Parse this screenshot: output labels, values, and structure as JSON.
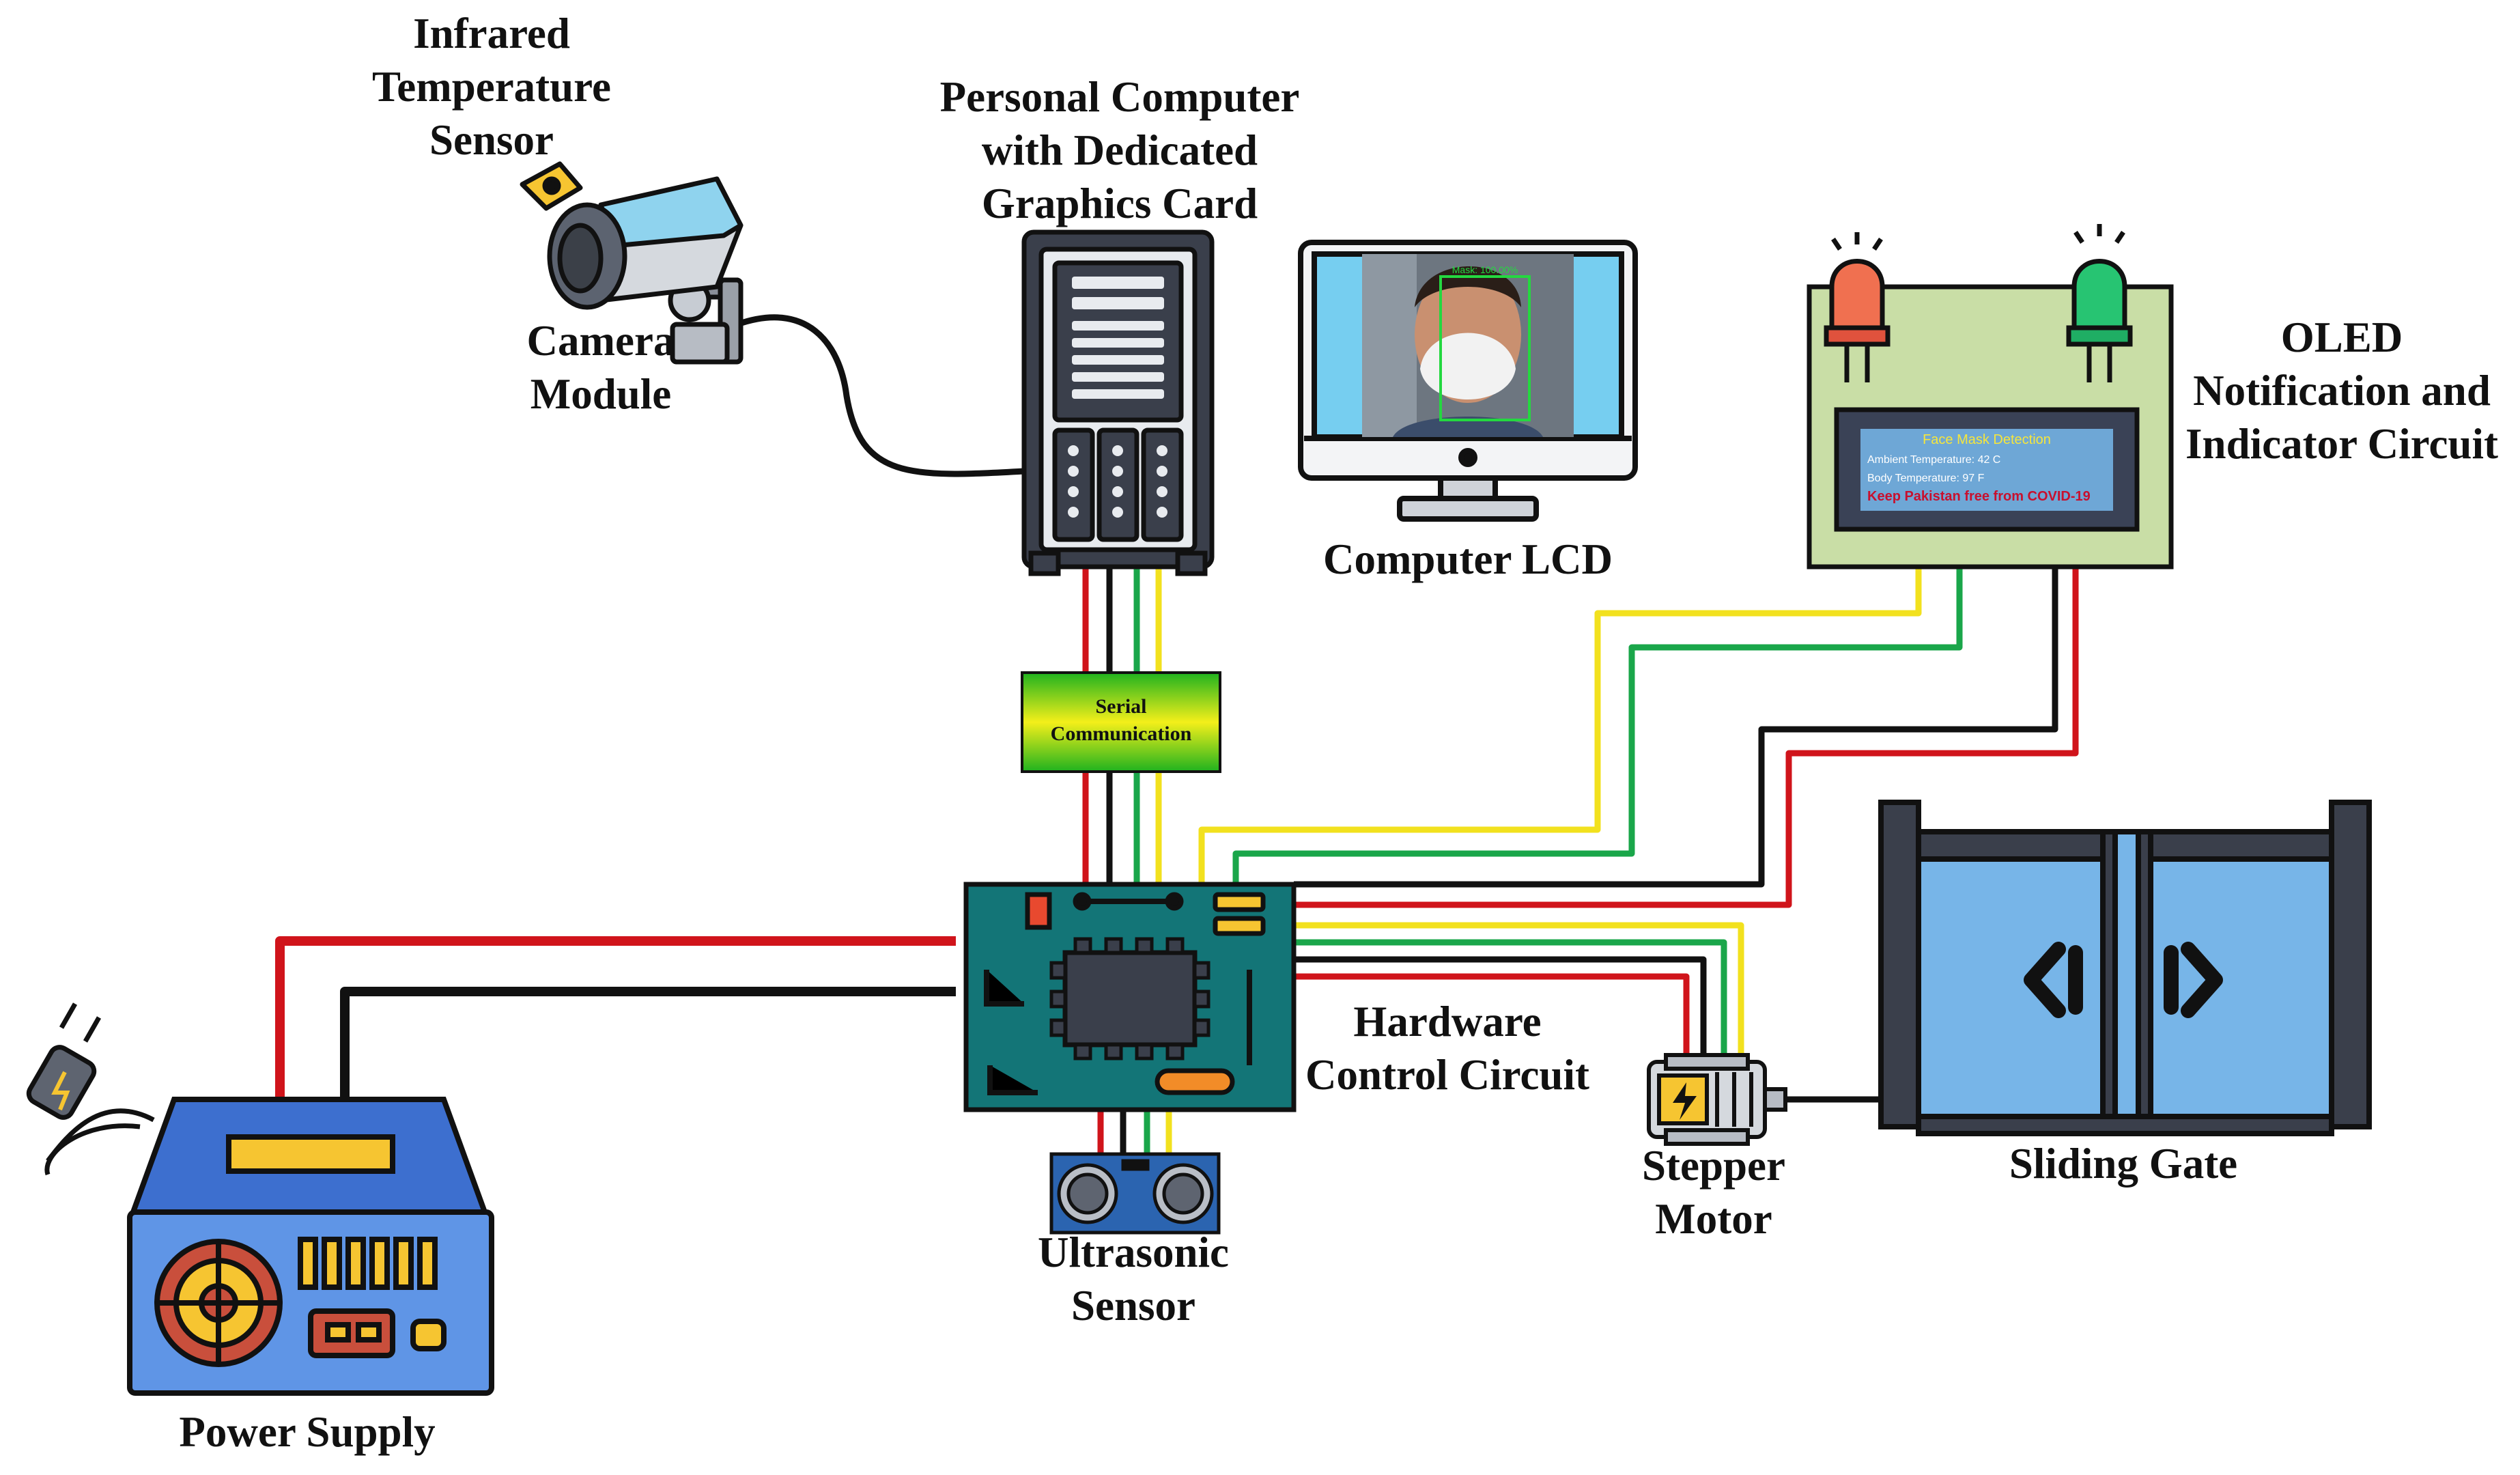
{
  "labels": {
    "ir_sensor": [
      "Infrared",
      "Temperature",
      "Sensor"
    ],
    "camera": [
      "Camera",
      "Module"
    ],
    "pc": [
      "Personal Computer",
      "with Dedicated",
      "Graphics Card"
    ],
    "lcd": "Computer LCD",
    "oled": [
      "OLED",
      "Notification and",
      "Indicator Circuit"
    ],
    "serial": [
      "Serial",
      "Communication"
    ],
    "hardware": [
      "Hardware",
      "Control Circuit"
    ],
    "stepper": [
      "Stepper",
      "Motor"
    ],
    "gate": "Sliding Gate",
    "ultrasonic": [
      "Ultrasonic",
      "Sensor"
    ],
    "power": "Power Supply"
  },
  "lcd_screen": {
    "detection_label": "Mask: 100.00%"
  },
  "oled_screen": {
    "title": "Face Mask Detection",
    "ambient": "Ambient Temperature: 42 C",
    "body": "Body Temperature: 97 F",
    "message": "Keep Pakistan free from COVID-19"
  },
  "colors": {
    "wire_red": "#d0141b",
    "wire_black": "#111111",
    "wire_green": "#1aa64a",
    "wire_yellow": "#f2e11e",
    "pcb": "#137577",
    "gate_glass": "#77b5e8",
    "psu_blue": "#4a85d6",
    "oled_board": "#c9dea6"
  },
  "icons": [
    "camera-icon",
    "pc-tower-icon",
    "monitor-icon",
    "led-red-icon",
    "led-green-icon",
    "oled-board-icon",
    "serial-module-icon",
    "pcb-icon",
    "ultrasonic-sensor-icon",
    "stepper-motor-icon",
    "sliding-gate-icon",
    "power-supply-icon",
    "plug-icon"
  ]
}
